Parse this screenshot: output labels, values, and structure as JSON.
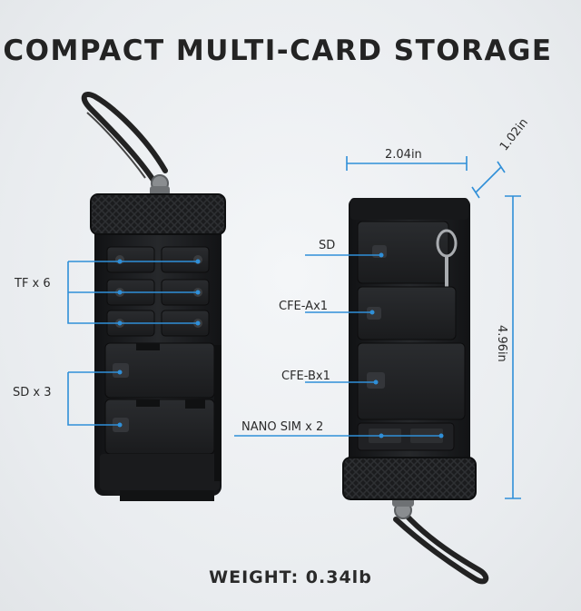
{
  "title": "COMPACT MULTI-CARD STORAGE",
  "labels": {
    "tf": "TF x 6",
    "sd3": "SD x 3",
    "sd": "SD",
    "cfea": "CFE-Ax1",
    "cfeb": "CFE-Bx1",
    "nanosim": "NANO SIM x 2"
  },
  "dimensions": {
    "width": "2.04in",
    "depth": "1.02in",
    "height": "4.96in"
  },
  "weight": "WEIGHT: 0.34lb",
  "colors": {
    "accent_line": "#2f8fd8",
    "case_dark": "#1d1e20",
    "text": "#232323"
  }
}
